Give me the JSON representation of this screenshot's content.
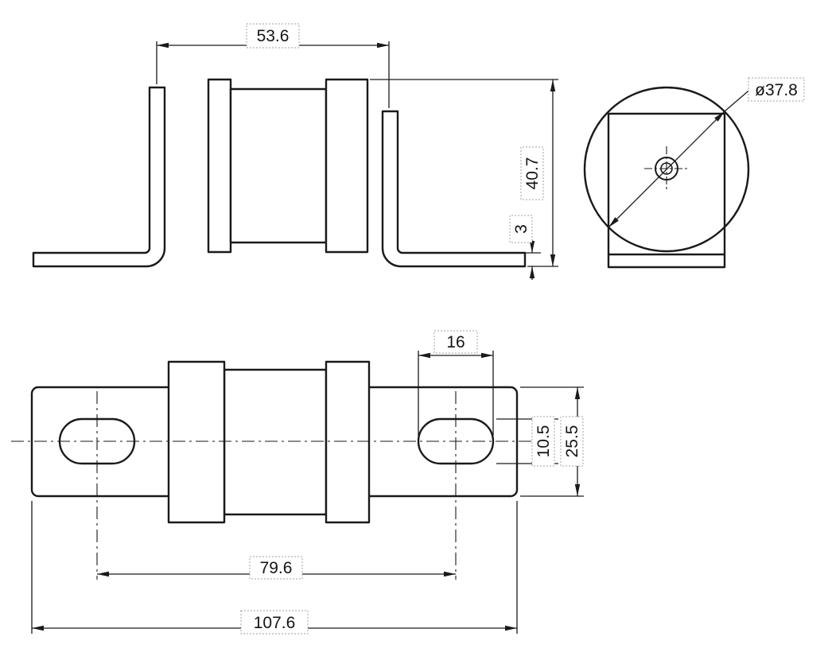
{
  "colors": {
    "line": "#1a1a1a",
    "background": "#ffffff",
    "label_box_border": "#a0a0a0"
  },
  "dims": {
    "body_width": "53.6",
    "overall_height": "40.7",
    "bracket_thickness": "3",
    "body_diameter": "ø37.8",
    "slot_length": "16",
    "slot_width": "10.5",
    "terminal_width": "25.5",
    "hole_centers": "79.6",
    "overall_length": "107.6"
  }
}
